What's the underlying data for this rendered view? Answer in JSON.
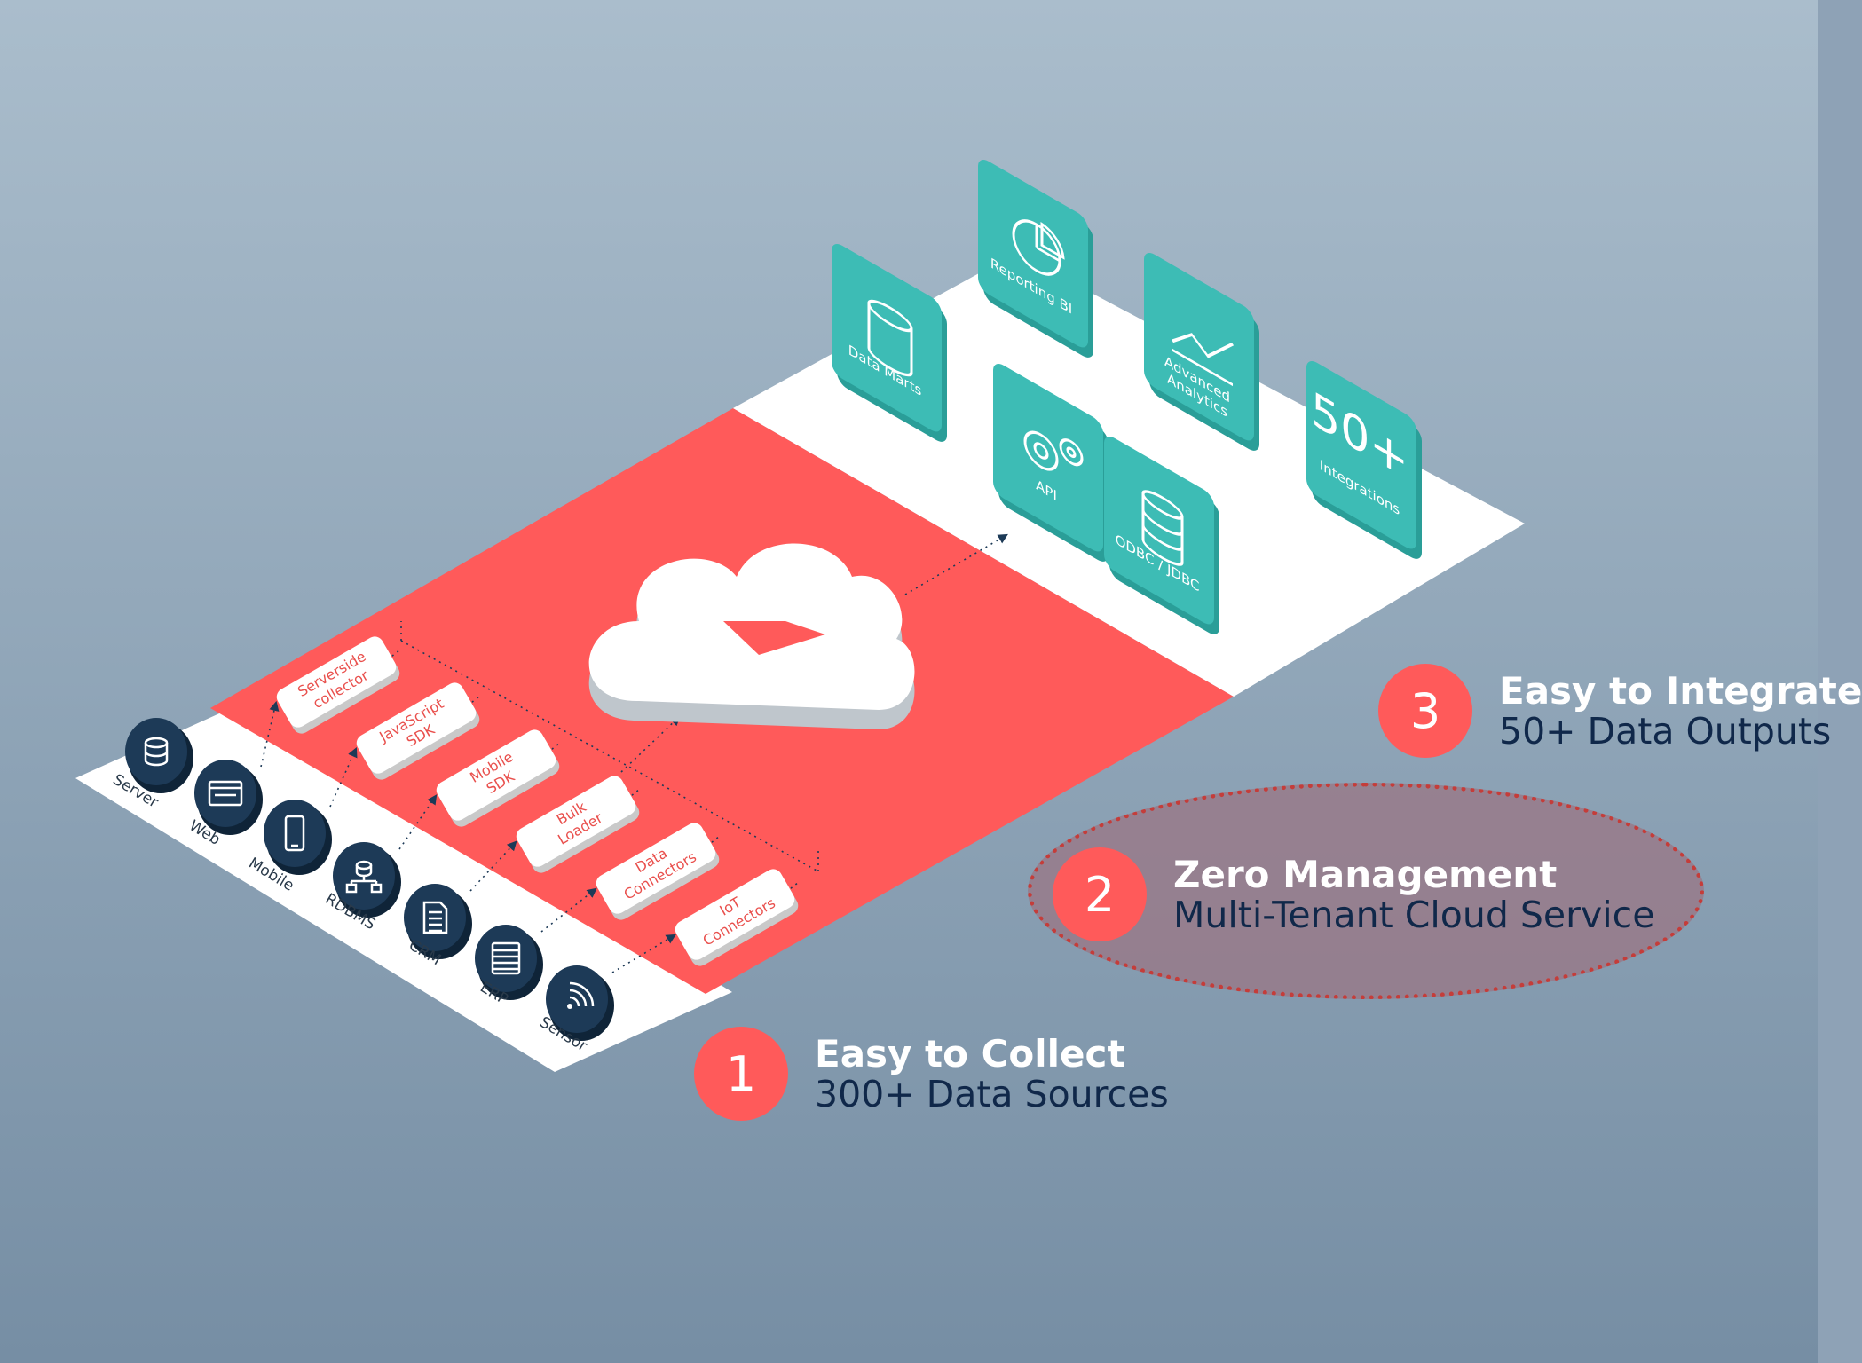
{
  "colors": {
    "background_top": "#a9bccb",
    "background_bottom": "#7890a6",
    "accent_red": "#ff5a5a",
    "platform_white": "#ffffff",
    "teal_tile": "#3dbcb5",
    "navy_disc": "#1d3a57",
    "text_dark": "#10284a",
    "ellipse_border": "#c43d3a"
  },
  "sources": [
    {
      "label": "Server",
      "icon": "database-icon"
    },
    {
      "label": "Web",
      "icon": "browser-window-icon"
    },
    {
      "label": "Mobile",
      "icon": "smartphone-icon"
    },
    {
      "label": "RDBMS",
      "icon": "network-diagram-icon"
    },
    {
      "label": "CRM",
      "icon": "document-icon"
    },
    {
      "label": "ERP",
      "icon": "list-icon"
    },
    {
      "label": "Sensor",
      "icon": "wifi-signal-icon"
    }
  ],
  "collectors": [
    {
      "lines": [
        "Serverside",
        "collector"
      ]
    },
    {
      "lines": [
        "JavaScript",
        "SDK"
      ]
    },
    {
      "lines": [
        "Mobile",
        "SDK"
      ]
    },
    {
      "lines": [
        "Bulk",
        "Loader"
      ]
    },
    {
      "lines": [
        "Data",
        "Connectors"
      ]
    },
    {
      "lines": [
        "IoT",
        "Connectors"
      ]
    }
  ],
  "cloud": {
    "icon": "cloud-icon",
    "logo_icon": "arrow-logo-icon"
  },
  "outputs": [
    {
      "label": "Data Marts",
      "icon": "cylinder-icon"
    },
    {
      "label": "Reporting BI",
      "icon": "pie-chart-icon"
    },
    {
      "label": "API",
      "icon": "gears-icon"
    },
    {
      "label": "Advanced Analytics",
      "icon": "line-chart-icon"
    },
    {
      "label": "ODBC / JDBC",
      "icon": "database-stack-icon"
    },
    {
      "label": "Integrations",
      "big": "50+",
      "icon": "text-50-icon"
    }
  ],
  "steps": [
    {
      "number": "1",
      "title": "Easy to Collect",
      "subtitle": "300+ Data Sources"
    },
    {
      "number": "2",
      "title": "Zero Management",
      "subtitle": "Multi-Tenant Cloud Service"
    },
    {
      "number": "3",
      "title": "Easy to Integrate",
      "subtitle": "50+ Data Outputs"
    }
  ]
}
